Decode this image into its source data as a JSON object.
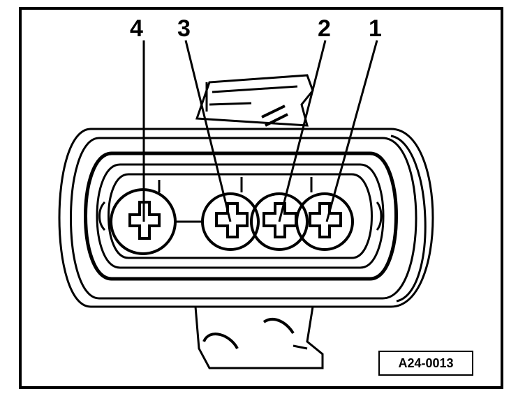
{
  "diagram": {
    "callouts": [
      {
        "id": "4",
        "label": "4"
      },
      {
        "id": "3",
        "label": "3"
      },
      {
        "id": "2",
        "label": "2"
      },
      {
        "id": "1",
        "label": "1"
      }
    ],
    "figure_id": "A24-0013"
  },
  "colors": {
    "ink": "#000000",
    "paper": "#ffffff"
  }
}
